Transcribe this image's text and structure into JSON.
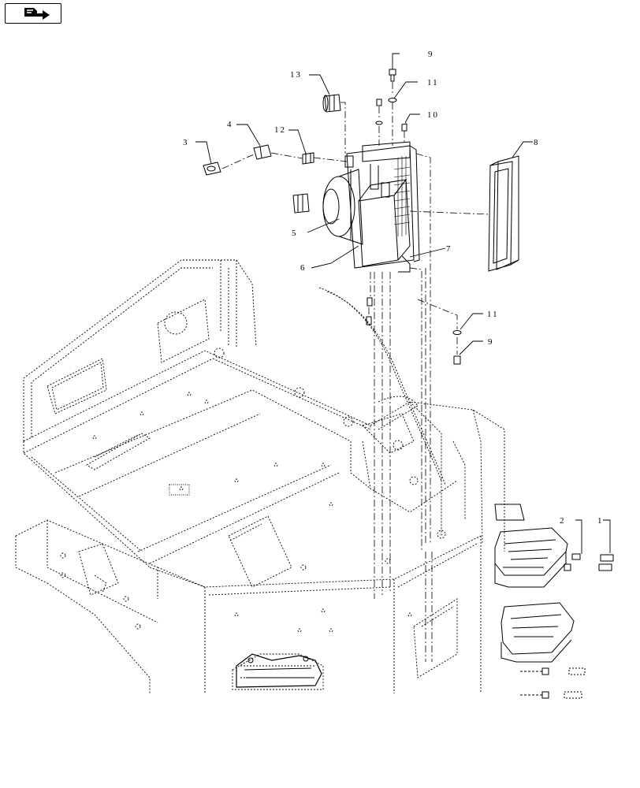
{
  "nav": {
    "icon": "book-arrow-icon"
  },
  "callouts": {
    "c1": "1",
    "c2": "2",
    "c3": "3",
    "c4": "4",
    "c5": "5",
    "c6": "6",
    "c7": "7",
    "c8": "8",
    "c9a": "9",
    "c9b": "9",
    "c10": "10",
    "c11a": "11",
    "c11b": "11",
    "c12": "12",
    "c13": "13"
  }
}
